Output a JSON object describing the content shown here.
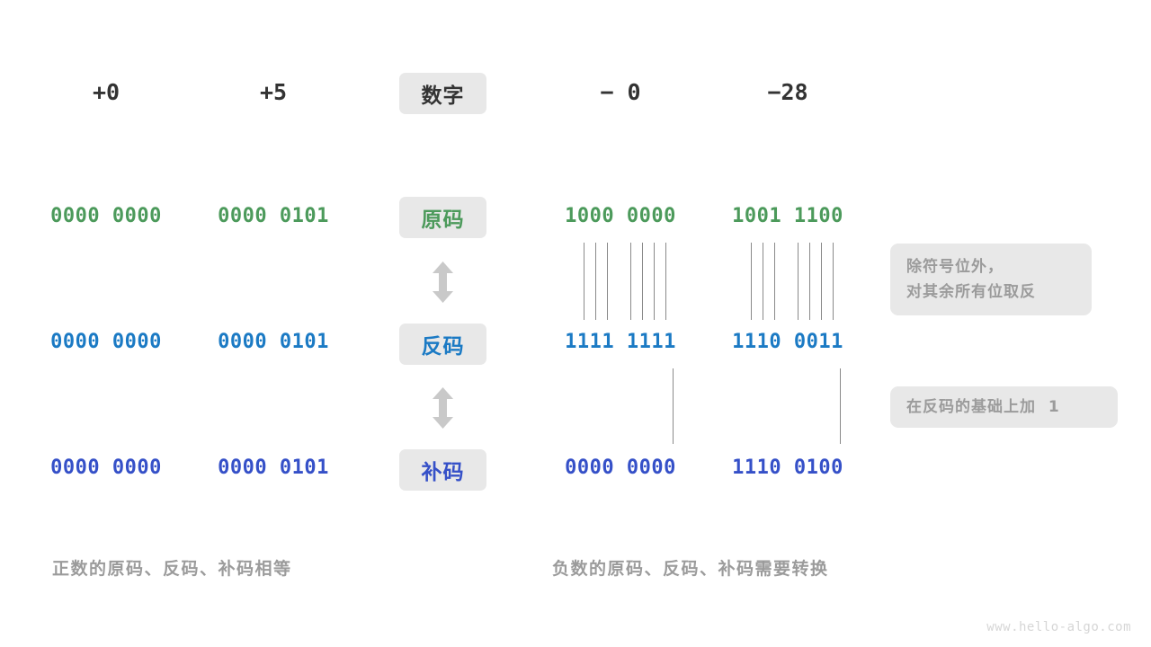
{
  "header": {
    "columns": [
      "+0",
      "+5",
      "− 0",
      "−28"
    ],
    "center_label": "数字"
  },
  "rows": [
    {
      "label": "原码",
      "color": "#4c9a5b",
      "color_class": "green",
      "values": [
        "0000 0000",
        "0000 0101",
        "1000 0000",
        "1001 1100"
      ]
    },
    {
      "label": "反码",
      "color": "#1b7ac4",
      "color_class": "blue",
      "values": [
        "0000 0000",
        "0000 0101",
        "1111 1111",
        "1110 0011"
      ]
    },
    {
      "label": "补码",
      "color": "#3550c8",
      "color_class": "indigo",
      "values": [
        "0000 0000",
        "0000 0101",
        "0000 0000",
        "1110 0100"
      ]
    }
  ],
  "notes": [
    {
      "lines": [
        "除符号位外，",
        "对其余所有位取反"
      ]
    },
    {
      "lines": [
        "在反码的基础上加  1"
      ]
    }
  ],
  "captions": {
    "left": "正数的原码、反码、补码相等",
    "right": "负数的原码、反码、补码需要转换"
  },
  "watermark": "www.hello-algo.com",
  "arrows": {
    "icon": "double-headed-vertical-arrow",
    "color": "#c9c9c9"
  },
  "palette": {
    "badge_bg": "#e8e8e8",
    "note_bg": "#e8e8e8",
    "text_dark": "#333333",
    "text_muted": "#9b9b9b",
    "line": "#8a8a8a",
    "background": "#ffffff"
  }
}
